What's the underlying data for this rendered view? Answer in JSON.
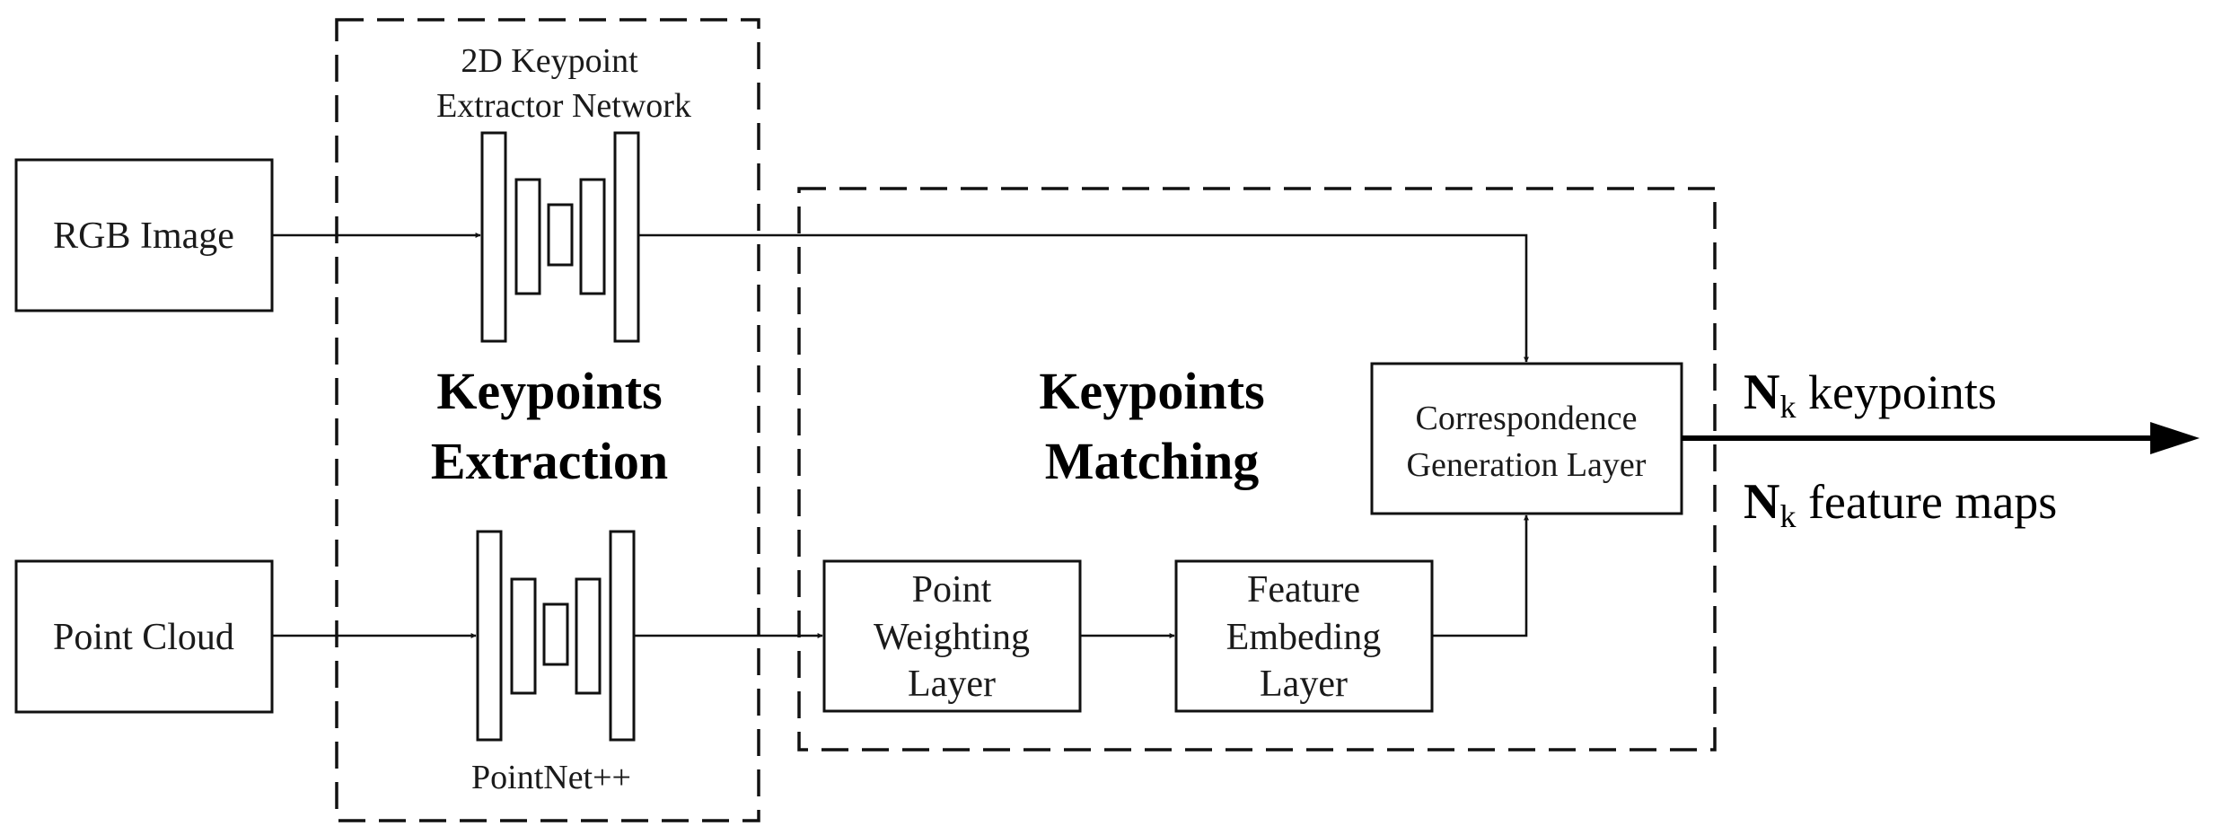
{
  "inputs": {
    "rgb_image": "RGB Image",
    "point_cloud": "Point Cloud"
  },
  "extraction": {
    "network_title_line1": "2D Keypoint",
    "network_title_line2": "Extractor Network",
    "pointnet_label": "PointNet++",
    "heading_line1": "Keypoints",
    "heading_line2": "Extraction"
  },
  "matching": {
    "heading_line1": "Keypoints",
    "heading_line2": "Matching",
    "point_weighting": [
      "Point",
      "Weighting",
      "Layer"
    ],
    "feature_embedding": [
      "Feature",
      "Embeding",
      "Layer"
    ],
    "correspondence": [
      "Correspondence",
      "Generation Layer"
    ]
  },
  "outputs": {
    "keypoints": {
      "symbol": "N",
      "subscript": "k",
      "text": " keypoints"
    },
    "feature_maps": {
      "symbol": "N",
      "subscript": "k",
      "text": " feature maps"
    }
  }
}
